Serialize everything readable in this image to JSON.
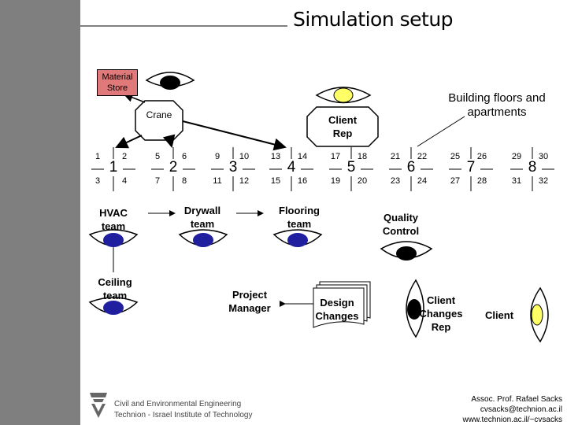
{
  "title": "Simulation setup",
  "nodes": {
    "material_store": "Material Store",
    "crane": "Crane",
    "client_rep": "Client Rep",
    "building_floors": "Building floors and apartments",
    "hvac": "HVAC team",
    "drywall": "Drywall team",
    "flooring": "Flooring team",
    "quality": "Quality Control",
    "ceiling": "Ceiling team",
    "pm": "Project Manager",
    "design_changes": "Design Changes",
    "client_changes_rep": "Client Changes Rep",
    "client": "Client"
  },
  "floors": [
    {
      "num": "1",
      "cells": [
        "1",
        "2",
        "3",
        "4"
      ]
    },
    {
      "num": "2",
      "cells": [
        "5",
        "6",
        "7",
        "8"
      ]
    },
    {
      "num": "3",
      "cells": [
        "9",
        "10",
        "11",
        "12"
      ]
    },
    {
      "num": "4",
      "cells": [
        "13",
        "14",
        "15",
        "16"
      ]
    },
    {
      "num": "5",
      "cells": [
        "17",
        "18",
        "19",
        "20"
      ]
    },
    {
      "num": "6",
      "cells": [
        "21",
        "22",
        "23",
        "24"
      ]
    },
    {
      "num": "7",
      "cells": [
        "25",
        "26",
        "27",
        "28"
      ]
    },
    {
      "num": "8",
      "cells": [
        "29",
        "30",
        "31",
        "32"
      ]
    }
  ],
  "colors": {
    "agent_blue": "#1f1fa0",
    "agent_yellow": "#ffff66",
    "store": "#e07a7a",
    "sidebar": "#7f7f7f"
  },
  "footer": {
    "left_line1": "Civil and Environmental Engineering",
    "left_line2": "Technion - Israel Institute of Technology",
    "right_line1": "Assoc. Prof. Rafael Sacks",
    "right_line2": "cvsacks@technion.ac.il",
    "right_line3": "www.technion.ac.il/~cvsacks"
  }
}
